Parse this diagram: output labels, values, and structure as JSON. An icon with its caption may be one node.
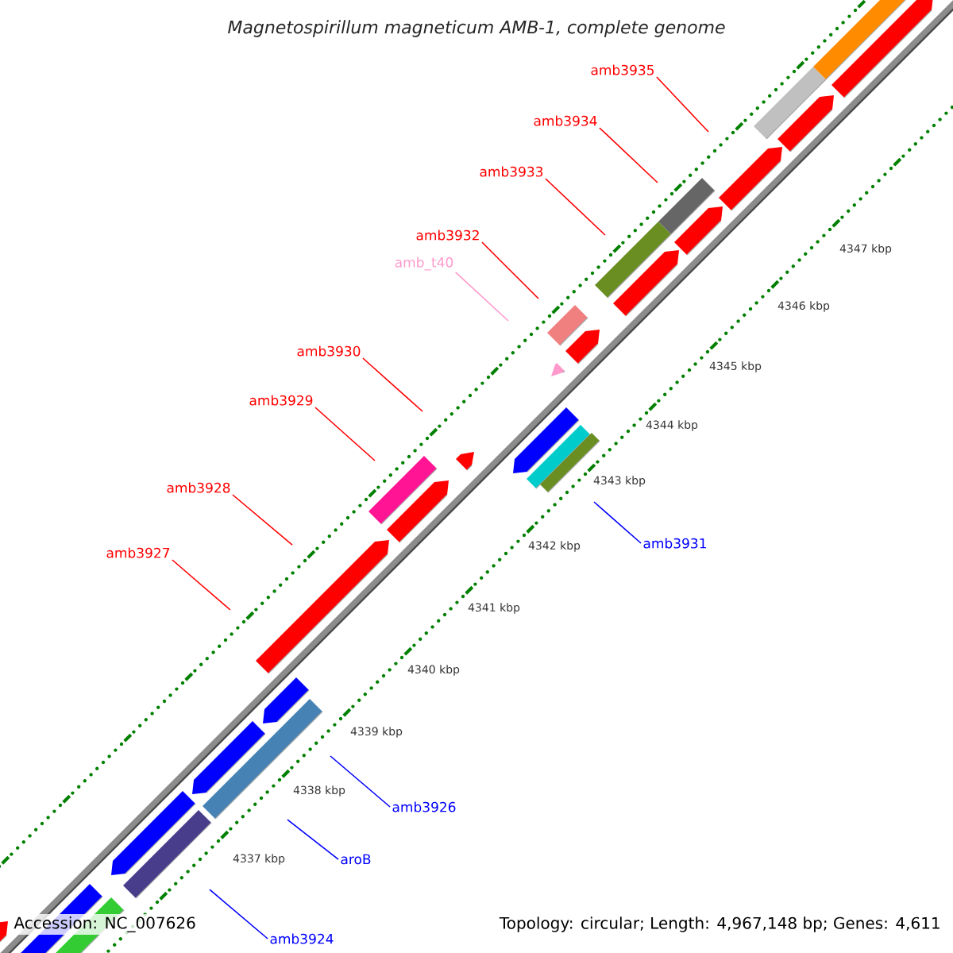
{
  "diagram": {
    "title": "Magnetospirillum magneticum AMB-1, complete genome",
    "nodes": [
      {
        "text": [
          "amb3935"
        ]
      },
      {
        "text": [
          "amb3934"
        ]
      },
      {
        "text": [
          "amb3933"
        ]
      },
      {
        "text": [
          "amb3932"
        ]
      },
      {
        "text": [
          "amb_t40"
        ]
      },
      {
        "text": [
          "amb3930"
        ]
      },
      {
        "text": [
          "amb3929"
        ]
      },
      {
        "text": [
          "amb3928"
        ]
      },
      {
        "text": [
          "amb3931"
        ]
      },
      {
        "text": [
          "amb3927"
        ]
      },
      {
        "text": [
          "amb3926"
        ]
      },
      {
        "text": [
          "aroB"
        ]
      },
      {
        "text": [
          "amb3924"
        ]
      }
    ],
    "edges": [
      {
        "from": 0,
        "to": null,
        "arrow": "none"
      },
      {
        "from": 1,
        "to": null,
        "arrow": "none"
      },
      {
        "from": 2,
        "to": null,
        "arrow": "none"
      },
      {
        "from": 3,
        "to": null,
        "arrow": "none"
      },
      {
        "from": 4,
        "to": null,
        "arrow": "none",
        "color": "#ff99cc"
      },
      {
        "from": 5,
        "to": null,
        "arrow": "none"
      },
      {
        "from": 6,
        "to": null,
        "arrow": "none"
      },
      {
        "from": 7,
        "to": null,
        "arrow": "none"
      },
      {
        "from": 8,
        "to": null,
        "arrow": "none",
        "color": "#0000ff"
      },
      {
        "from": 9,
        "to": null,
        "arrow": "none"
      },
      {
        "from": 10,
        "to": null,
        "arrow": "none",
        "color": "#0000ff"
      },
      {
        "from": 11,
        "to": null,
        "arrow": "none",
        "color": "#0000ff"
      },
      {
        "from": 12,
        "to": null,
        "arrow": "none",
        "color": "#0000ff"
      }
    ],
    "labels": [
      "4347 kbp",
      "4346 kbp",
      "4345 kbp",
      "4344 kbp",
      "4343 kbp",
      "4342 kbp",
      "4341 kbp",
      "4340 kbp",
      "4339 kbp",
      "4338 kbp",
      "4337 kbp",
      "Accession: NC_007626",
      "Topology: circular; Length: 4,967,148 bp; Genes: 4,611"
    ]
  }
}
